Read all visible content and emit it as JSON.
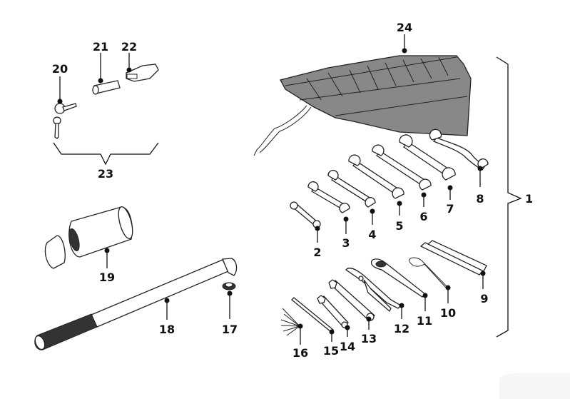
{
  "diagram": {
    "type": "exploded parts diagram",
    "subject": "tool kit",
    "group_labels": [
      {
        "id": "1",
        "brace": "right",
        "covers": [
          "2",
          "3",
          "4",
          "5",
          "6",
          "7",
          "8",
          "9",
          "10",
          "11",
          "12",
          "13",
          "14",
          "15",
          "16",
          "24"
        ]
      },
      {
        "id": "23",
        "brace": "bottom",
        "covers": [
          "20",
          "21",
          "22"
        ]
      }
    ],
    "parts": [
      {
        "id": "2",
        "name": "small double open-end wrench"
      },
      {
        "id": "3",
        "name": "double open-end wrench"
      },
      {
        "id": "4",
        "name": "double open-end wrench"
      },
      {
        "id": "5",
        "name": "double open-end wrench"
      },
      {
        "id": "6",
        "name": "double open-end wrench"
      },
      {
        "id": "7",
        "name": "double open-end wrench"
      },
      {
        "id": "8",
        "name": "offset open-end wrench"
      },
      {
        "id": "9",
        "name": "tire levers"
      },
      {
        "id": "10",
        "name": "wire loop"
      },
      {
        "id": "11",
        "name": "screwdriver handle"
      },
      {
        "id": "12",
        "name": "pliers"
      },
      {
        "id": "13",
        "name": "box wrench"
      },
      {
        "id": "14",
        "name": "spark plug wrench"
      },
      {
        "id": "15",
        "name": "tommy bar"
      },
      {
        "id": "16",
        "name": "hex key set"
      },
      {
        "id": "17",
        "name": "pump connector cap"
      },
      {
        "id": "18",
        "name": "tire pump"
      },
      {
        "id": "19",
        "name": "container"
      },
      {
        "id": "20",
        "name": "key set"
      },
      {
        "id": "21",
        "name": "lock cylinder"
      },
      {
        "id": "22",
        "name": "lock"
      },
      {
        "id": "23",
        "name": "lock set"
      },
      {
        "id": "24",
        "name": "tool roll"
      }
    ]
  },
  "labels": {
    "l1": "1",
    "l2": "2",
    "l3": "3",
    "l4": "4",
    "l5": "5",
    "l6": "6",
    "l7": "7",
    "l8": "8",
    "l9": "9",
    "l10": "10",
    "l11": "11",
    "l12": "12",
    "l13": "13",
    "l14": "14",
    "l15": "15",
    "l16": "16",
    "l17": "17",
    "l18": "18",
    "l19": "19",
    "l20": "20",
    "l21": "21",
    "l22": "22",
    "l23": "23",
    "l24": "24"
  }
}
